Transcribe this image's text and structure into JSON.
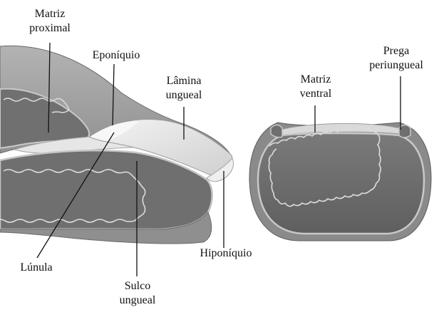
{
  "labels": {
    "matriz_proximal": [
      "Matriz",
      "proximal"
    ],
    "eponiquio": "Eponíquio",
    "lamina_ungueal": [
      "Lâmina",
      "ungueal"
    ],
    "matriz_ventral": [
      "Matriz",
      "ventral"
    ],
    "prega_periungueal": [
      "Prega",
      "periungueal"
    ],
    "lunula": "Lúnula",
    "sulco_ungueal": [
      "Sulco",
      "ungueal"
    ],
    "hiponiquio": "Hiponíquio"
  },
  "colors": {
    "skin_outer": "#9a9a9a",
    "skin_dark": "#6e6e6e",
    "section_fill": "#707070",
    "section_edge": "#c9c9c9",
    "wavy_line": "#dcdcdc",
    "nail_plate": "#e4e4e4",
    "nail_highlight": "#f5f5f5",
    "leader_line": "#111111"
  }
}
